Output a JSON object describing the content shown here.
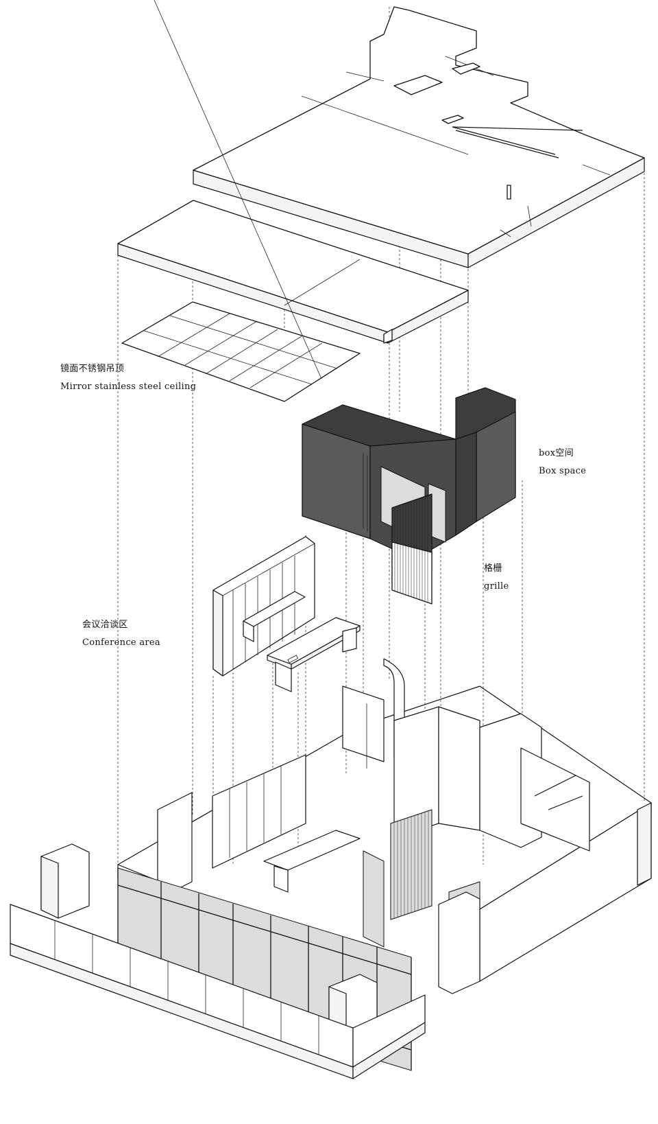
{
  "labels": {
    "ceiling": {
      "cn": "镜面不锈钢吊顶",
      "en": "Mirror stainless steel ceiling"
    },
    "box": {
      "cn": "box空间",
      "en": "Box space"
    },
    "grille": {
      "cn": "格栅",
      "en": "grille"
    },
    "conference": {
      "cn": "会议洽谈区",
      "en": "Conference area"
    }
  },
  "colors": {
    "line": "#111111",
    "box_fill": "#5a5a5a",
    "glass_fill": "#dcdcdc",
    "background": "#ffffff"
  }
}
